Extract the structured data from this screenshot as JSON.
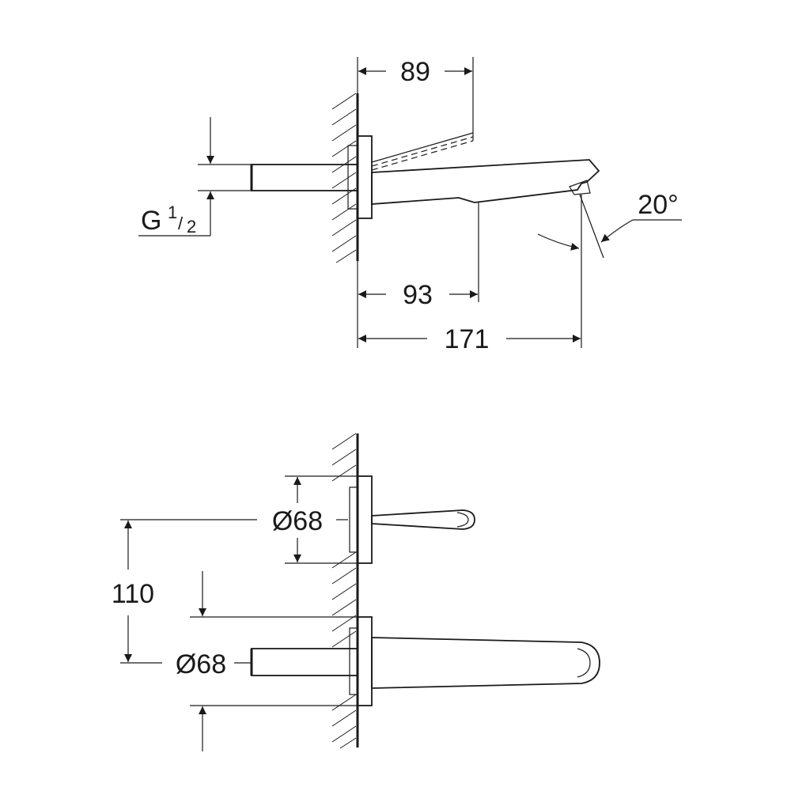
{
  "side_view": {
    "dim_spout_top": "89",
    "dim_lower": "93",
    "dim_total": "171",
    "angle": "20°",
    "thread_prefix": "G",
    "thread_num": "1",
    "thread_den": "2"
  },
  "front_view": {
    "dim_handle_diameter": "Ø68",
    "dim_centers": "110",
    "dim_spout_diameter": "Ø68"
  }
}
